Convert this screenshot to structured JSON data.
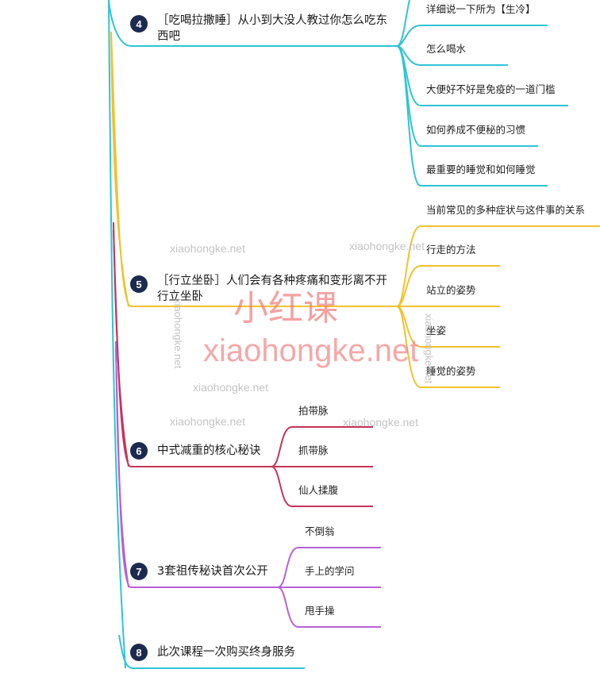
{
  "colors": {
    "trunk": "#2ec4d6",
    "topic4": "#2ec4d6",
    "topic5": "#f2c12e",
    "topic6": "#c4345c",
    "topic7": "#b760d6",
    "topic8": "#2ec4d6",
    "badge": "#1d2a4f"
  },
  "topics": [
    {
      "num": "4",
      "title": "［吃喝拉撒睡］从小到大没人教过你怎么吃东西吧",
      "color_key": "topic4",
      "children": [
        "详细说一下所为【生冷】",
        "怎么喝水",
        "大便好不好是免疫的一道门槛",
        "如何养成不便秘的习惯",
        "最重要的睡觉和如何睡觉"
      ]
    },
    {
      "num": "5",
      "title": "［行立坐卧］人们会有各种疼痛和变形离不开行立坐卧",
      "color_key": "topic5",
      "children": [
        "当前常见的多种症状与这件事的关系",
        "行走的方法",
        "站立的姿势",
        "坐姿",
        "睡觉的姿势"
      ]
    },
    {
      "num": "6",
      "title": "中式减重的核心秘诀",
      "color_key": "topic6",
      "children": [
        "拍带脉",
        "抓带脉",
        "仙人揉腹"
      ]
    },
    {
      "num": "7",
      "title": "3套祖传秘诀首次公开",
      "color_key": "topic7",
      "children": [
        "不倒翁",
        "手上的学问",
        "甩手操"
      ]
    },
    {
      "num": "8",
      "title": "此次课程一次购买终身服务",
      "color_key": "topic8",
      "children": []
    }
  ],
  "watermarks": {
    "small": "xiaohongke.net",
    "big": "xiaohongke.net",
    "cn": "小红课"
  }
}
